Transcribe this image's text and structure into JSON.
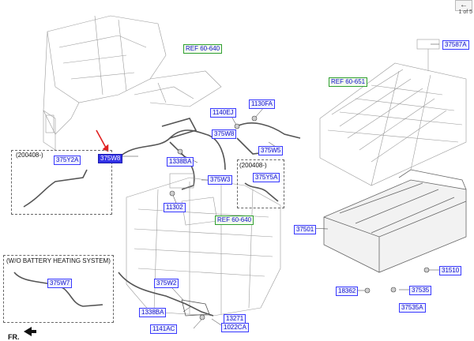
{
  "toolbar": {
    "back_icon": "back-arrow-icon",
    "page_indicator": "1 of 5"
  },
  "callouts": {
    "ref_left": "REF 60-640",
    "ref_right": "REF 60-651",
    "ref_mid": "REF 60-640",
    "c37587a": "37587A",
    "c1140ej": "1140EJ",
    "c1130fa": "1130FA",
    "c375w8": "375W8",
    "c375w5": "375W5",
    "c375y2a": "375Y2A",
    "c1338ba_top": "1338BA",
    "c375w3": "375W3",
    "c375y5a": "375Y5A",
    "c11302": "11302",
    "c37501": "37501",
    "c375w7": "375W7",
    "c375w2": "375W2",
    "c31510": "31510",
    "c18362": "18362",
    "c37535": "37535",
    "c37535a": "37535A",
    "c1338ba_bot": "1338BA",
    "c13271": "13271",
    "c1141ac": "1141AC",
    "c1022ca": "1022CA"
  },
  "notes": {
    "date_left": "(200408-)",
    "date_mid": "(200408-)",
    "wo_battery": "(W/O BATTERY HEATING SYSTEM)",
    "fr": "FR."
  },
  "colors": {
    "callout_border": "#3a3aff",
    "ref_border": "#30a030",
    "selected": "#3232e6",
    "arrow": "#e02020"
  }
}
